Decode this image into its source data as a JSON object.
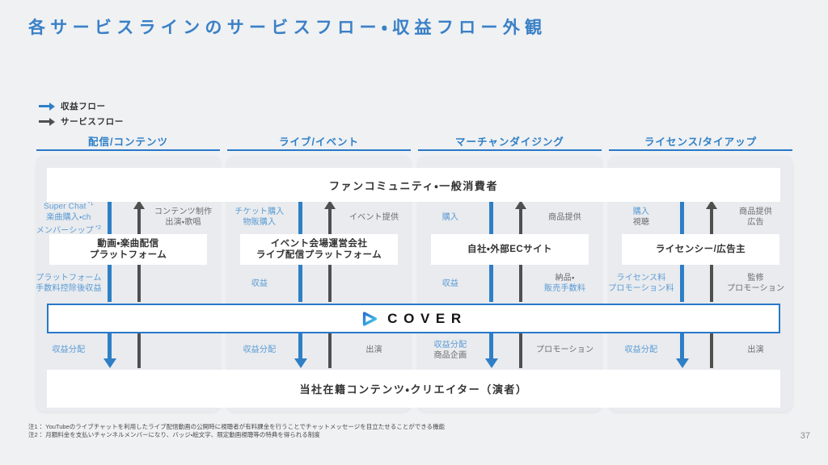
{
  "title": "各サービスラインのサービスフロー・収益フロー外観",
  "legend": {
    "revenue_label": "収益フロー",
    "service_label": "サービスフロー"
  },
  "top_box": "ファンコミュニティ・一般消費者",
  "bottom_box": "当社在籍コンテンツ・クリエイター（演者）",
  "cover_logo": {
    "text": "COVER",
    "icon": "play-triangle-icon"
  },
  "page_number": "37",
  "footnotes": [
    "注1： YouTubeのライブチャットを利用したライブ配信動画の公開時に視聴者が有料課金を行うことでチャットメッセージを目立たせることができる機能",
    "注2： 月額料金を支払いチャンネルメンバーになり、バッジ・絵文字、限定動画視聴等の特典を得られる制度"
  ],
  "colors": {
    "accent_blue": "#2e7fc6",
    "label_blue": "#5b9bd5",
    "flow_gray": "#4f4f4f",
    "label_gray": "#6b6b6b"
  },
  "columns": [
    {
      "header": "配信/コンテンツ",
      "box_lines": [
        "動画・楽曲配信",
        "プラットフォーム"
      ],
      "top_left": [
        {
          "text": "Super Chat",
          "sup": "*1",
          "color": "blue"
        },
        {
          "text": "楽曲購入・ch",
          "color": "blue"
        },
        {
          "text": "メンバーシップ",
          "sup": "*2",
          "color": "blue"
        }
      ],
      "top_right": [
        {
          "text": "コンテンツ制作",
          "color": "gray"
        },
        {
          "text": "出演・歌唱",
          "color": "gray"
        }
      ],
      "mid_left": [
        {
          "text": "プラットフォーム",
          "color": "blue"
        },
        {
          "text": "手数料控除後収益",
          "color": "blue"
        }
      ],
      "mid_right": [],
      "bottom_left": [
        {
          "text": "収益分配",
          "color": "blue"
        }
      ],
      "bottom_right": []
    },
    {
      "header": "ライブ/イベント",
      "box_lines": [
        "イベント会場運営会社",
        "ライブ配信プラットフォーム"
      ],
      "top_left": [
        {
          "text": "チケット購入",
          "color": "blue"
        },
        {
          "text": "物販購入",
          "color": "blue"
        }
      ],
      "top_right": [
        {
          "text": "イベント提供",
          "color": "gray"
        }
      ],
      "mid_left": [
        {
          "text": "収益",
          "color": "blue"
        }
      ],
      "mid_right": [],
      "bottom_left": [
        {
          "text": "収益分配",
          "color": "blue"
        }
      ],
      "bottom_right": [
        {
          "text": "出演",
          "color": "gray"
        }
      ]
    },
    {
      "header": "マーチャンダイジング",
      "box_lines": [
        "自社・外部ECサイト"
      ],
      "top_left": [
        {
          "text": "購入",
          "color": "blue"
        }
      ],
      "top_right": [
        {
          "text": "商品提供",
          "color": "gray"
        }
      ],
      "mid_left": [
        {
          "text": "収益",
          "color": "blue"
        }
      ],
      "mid_right": [
        {
          "text": "納品・",
          "color": "gray"
        },
        {
          "text": "販売手数料",
          "color": "blue"
        }
      ],
      "bottom_left": [
        {
          "text": "収益分配",
          "color": "blue"
        },
        {
          "text": "商品企画",
          "color": "gray"
        }
      ],
      "bottom_right": [
        {
          "text": "プロモーション",
          "color": "gray"
        }
      ]
    },
    {
      "header": "ライセンス/タイアップ",
      "box_lines": [
        "ライセンシー/広告主"
      ],
      "top_left": [
        {
          "text": "購入",
          "color": "blue"
        },
        {
          "text": "視聴",
          "color": "gray"
        }
      ],
      "top_right": [
        {
          "text": "商品提供",
          "color": "gray"
        },
        {
          "text": "広告",
          "color": "gray"
        }
      ],
      "mid_left": [
        {
          "text": "ライセンス料",
          "color": "blue"
        },
        {
          "text": "プロモーション料",
          "color": "blue"
        }
      ],
      "mid_right": [
        {
          "text": "監修",
          "color": "gray"
        },
        {
          "text": "プロモーション",
          "color": "gray"
        }
      ],
      "bottom_left": [
        {
          "text": "収益分配",
          "color": "blue"
        }
      ],
      "bottom_right": [
        {
          "text": "出演",
          "color": "gray"
        }
      ]
    }
  ]
}
